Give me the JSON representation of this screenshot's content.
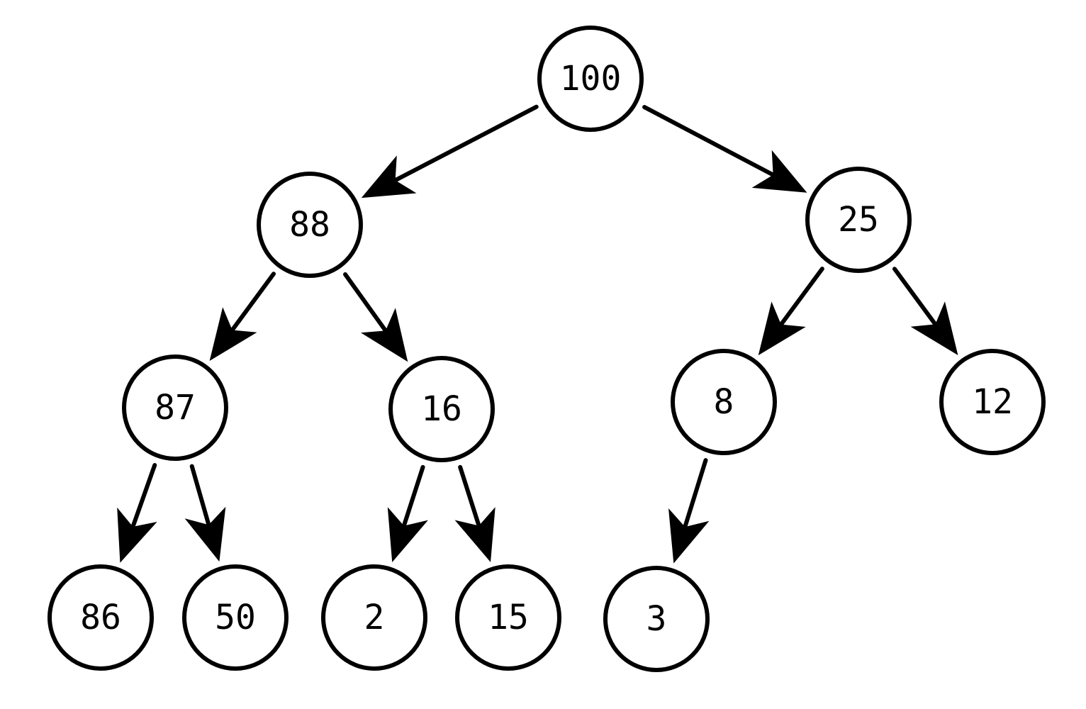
{
  "tree": {
    "nodes": [
      {
        "id": "n100",
        "label": "100"
      },
      {
        "id": "n88",
        "label": "88"
      },
      {
        "id": "n25",
        "label": "25"
      },
      {
        "id": "n87",
        "label": "87"
      },
      {
        "id": "n16",
        "label": "16"
      },
      {
        "id": "n8",
        "label": "8"
      },
      {
        "id": "n12",
        "label": "12"
      },
      {
        "id": "n86",
        "label": "86"
      },
      {
        "id": "n50",
        "label": "50"
      },
      {
        "id": "n2",
        "label": "2"
      },
      {
        "id": "n15",
        "label": "15"
      },
      {
        "id": "n3",
        "label": "3"
      }
    ],
    "edges": [
      {
        "from": "n100",
        "to": "n88"
      },
      {
        "from": "n100",
        "to": "n25"
      },
      {
        "from": "n88",
        "to": "n87"
      },
      {
        "from": "n88",
        "to": "n16"
      },
      {
        "from": "n25",
        "to": "n8"
      },
      {
        "from": "n25",
        "to": "n12"
      },
      {
        "from": "n87",
        "to": "n86"
      },
      {
        "from": "n87",
        "to": "n50"
      },
      {
        "from": "n16",
        "to": "n2"
      },
      {
        "from": "n16",
        "to": "n15"
      },
      {
        "from": "n8",
        "to": "n3"
      }
    ],
    "colors": {
      "stroke": "#000000",
      "fill": "#ffffff"
    }
  }
}
